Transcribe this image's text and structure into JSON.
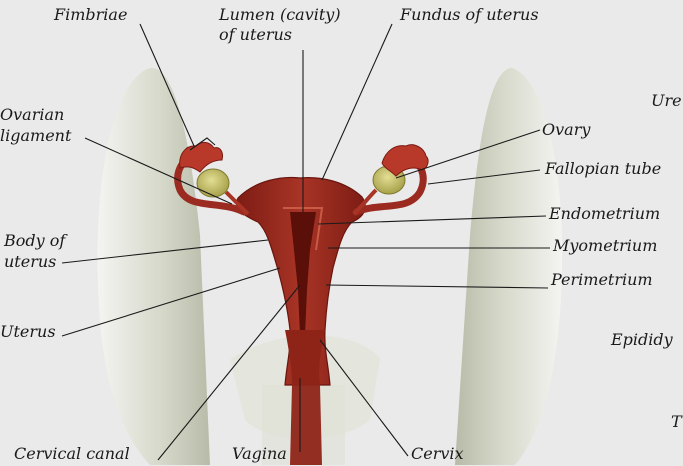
{
  "labels": {
    "fimbriae": "Fimbriae",
    "lumen": "Lumen (cavity)\nof uterus",
    "fundus": "Fundus of uterus",
    "ovarian_ligament": "Ovarian\nligament",
    "ovary": "Ovary",
    "fallopian_tube": "Fallopian tube",
    "endometrium": "Endometrium",
    "myometrium": "Myometrium",
    "body_of_uterus": "Body of\nuterus",
    "perimetrium": "Perimetrium",
    "uterus": "Uterus",
    "cervical_canal": "Cervical canal",
    "vagina": "Vagina",
    "cervix": "Cervix"
  },
  "cut_off_labels": {
    "ure": "Ure",
    "epididy": "Epididy",
    "t": "T"
  },
  "colors": {
    "background": "#eaeaea",
    "body_silhouette": "#d9dbcd",
    "uterus_tissue": "#9b2b20",
    "ovary": "#c7c16a",
    "leader_lines": "#1a1a1a"
  }
}
